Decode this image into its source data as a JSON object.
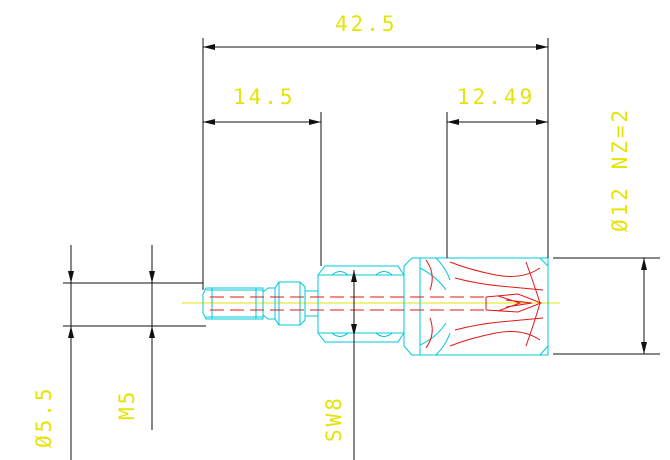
{
  "dimensions": {
    "overall_length": "42.5",
    "thread_length": "14.5",
    "head_length": "12.49",
    "head_diameter": "Ø12 NZ=2",
    "shank_diameter": "Ø5.5",
    "thread_size": "M5",
    "wrench_size": "SW8"
  },
  "colors": {
    "dimension_text": "#e4e40a",
    "dimension_lines": "#111111",
    "outline": "#00c8d8",
    "hidden_detail": "#e01818",
    "centre_line": "#e4e40a"
  }
}
